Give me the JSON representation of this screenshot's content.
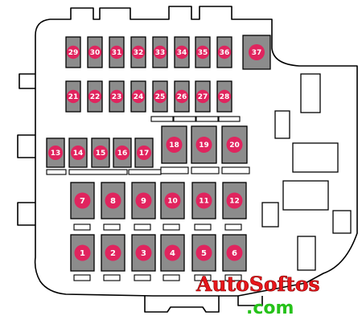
{
  "diagram": {
    "colors": {
      "outline": "#000000",
      "fuse_fill": "#8c8c8c",
      "badge": "#e0245e",
      "badge_text": "#ffffff",
      "background": "#ffffff"
    },
    "fuses": [
      "1",
      "2",
      "3",
      "4",
      "5",
      "6",
      "7",
      "8",
      "9",
      "10",
      "11",
      "12",
      "13",
      "14",
      "15",
      "16",
      "17",
      "18",
      "19",
      "20",
      "21",
      "22",
      "23",
      "24",
      "25",
      "26",
      "27",
      "28",
      "29",
      "30",
      "31",
      "32",
      "33",
      "34",
      "35",
      "36",
      "37"
    ]
  },
  "watermark": {
    "main": "AutoSoftos",
    "sub": ".com",
    "main_color": "#e8161b",
    "sub_color": "#26c21a"
  }
}
